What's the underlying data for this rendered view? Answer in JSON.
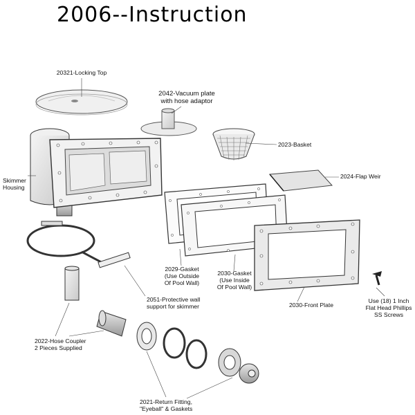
{
  "title": "2006--Instruction",
  "parts": {
    "locking_top": {
      "line1": "20321-Locking Top"
    },
    "vacuum_plate": {
      "line1": "2042-Vacuum plate",
      "line2": "with hose adaptor"
    },
    "basket": {
      "line1": "2023-Basket"
    },
    "skimmer_housing": {
      "line1": "Skimmer",
      "line2": "Housing"
    },
    "flap_weir": {
      "line1": "2024-Flap Weir"
    },
    "gasket_outside": {
      "line1": "2029-Gasket",
      "line2": "(Use Outside",
      "line3": "Of Pool Wall)"
    },
    "gasket_inside": {
      "line1": "2030-Gasket",
      "line2": "(Use Inside",
      "line3": "Of Pool Wall)"
    },
    "screws": {
      "line1": "Use (18) 1 Inch",
      "line2": "Flat Head Phillips",
      "line3": "SS Screws"
    },
    "front_plate": {
      "line1": "2030-Front Plate"
    },
    "wall_support": {
      "line1": "2051-Protective wall",
      "line2": "support for skimmer"
    },
    "hose_coupler": {
      "line1": "2022-Hose Coupler",
      "line2": "2 Pieces Supplied"
    },
    "return_fitting": {
      "line1": "2021-Return Fitting,",
      "line2": "\"Eyeball\" & Gaskets"
    }
  }
}
